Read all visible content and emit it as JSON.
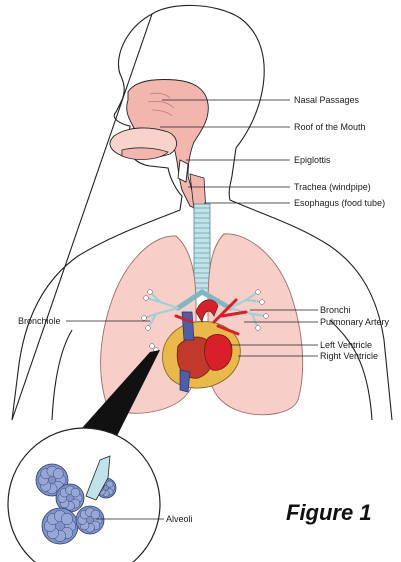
{
  "figure_label": "Figure 1",
  "labels": {
    "nasal_passages": "Nasal Passages",
    "roof_of_mouth": "Roof of the Mouth",
    "epiglottis": "Epiglottis",
    "trachea": "Trachea (windpipe)",
    "esophagus": "Esophagus (food tube)",
    "bronchi": "Bronchi",
    "pulmonary_artery": "Pulmonary Artery",
    "bronchiole": "Bronchiole",
    "left_ventricle": "Left Ventricle",
    "right_ventricle": "Right Ventricle",
    "alveoli": "Alveoli"
  },
  "colors": {
    "airway_pink": "#f2b6ae",
    "lung_pink": "#f7cfc8",
    "trachea_blue": "#bfe3ea",
    "artery_red": "#d8202a",
    "heart_red": "#c0392b",
    "vein_blue": "#4d5fa8",
    "fat_yellow": "#e9b94a",
    "alveoli_blue": "#7f93c8"
  }
}
